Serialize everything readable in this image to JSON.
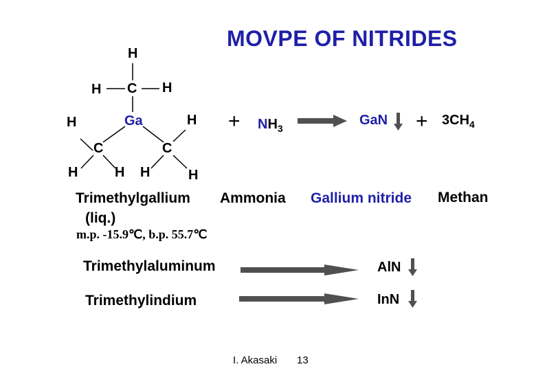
{
  "title": "MOVPE OF NITRIDES",
  "molecule": {
    "ga": "Ga",
    "carbon": "C",
    "hydrogen": "H"
  },
  "equation": {
    "plus": "+",
    "nh3_n": "N",
    "nh3_h": "H",
    "nh3_sub": "3",
    "product": "GaN",
    "methane_pre": "3CH",
    "methane_sub": "4"
  },
  "labels": {
    "tmg": "Trimethylgallium",
    "liq": "(liq.)",
    "ammonia": "Ammonia",
    "gallium_nitride": "Gallium nitride",
    "methan": "Methan",
    "mp": "m.p. -15.9℃,  b.p. 55.7℃"
  },
  "reactions": [
    {
      "reactant": "Trimethylaluminum",
      "product": "AlN"
    },
    {
      "reactant": "Trimethylindium",
      "product": "InN"
    }
  ],
  "footer": {
    "author": "I. Akasaki",
    "page": "13"
  },
  "colors": {
    "title": "#1f1fa8",
    "arrow": "#505050",
    "text": "#000000"
  }
}
